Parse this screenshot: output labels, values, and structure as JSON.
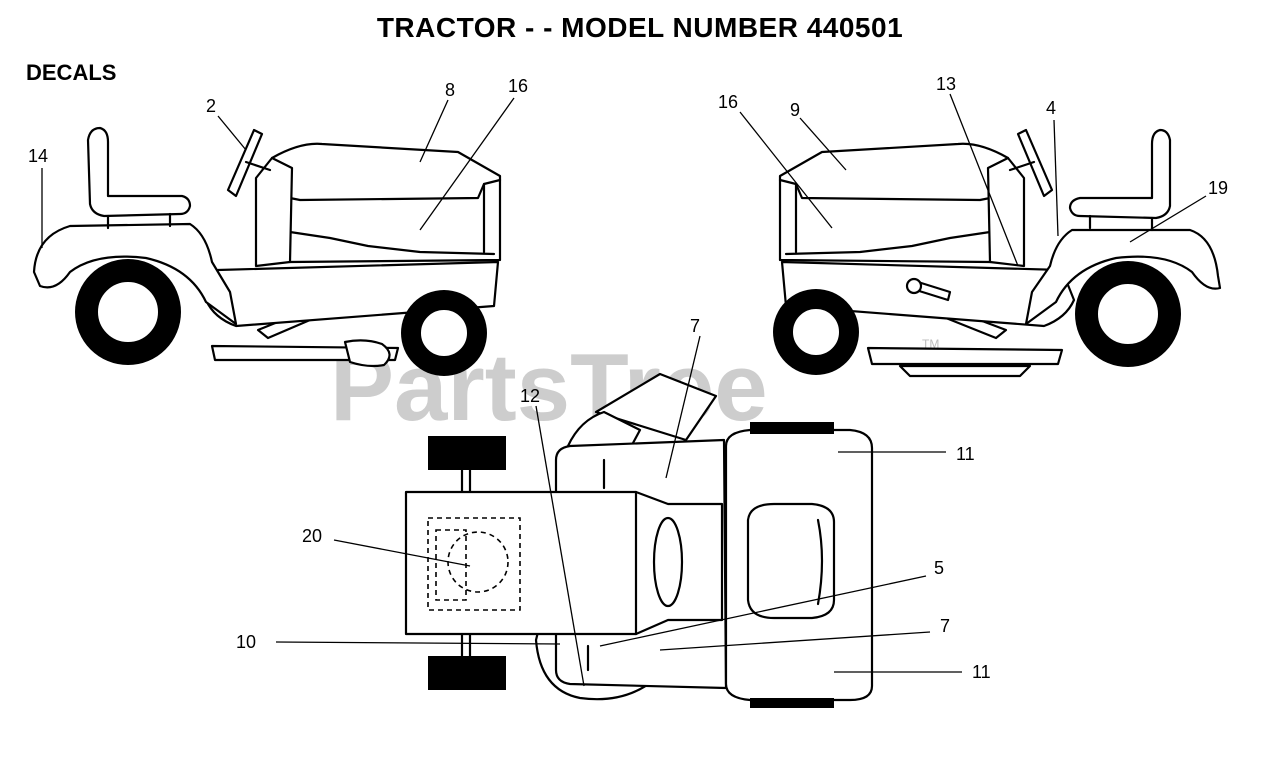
{
  "title": "TRACTOR - - MODEL NUMBER 440501",
  "section": "DECALS",
  "watermark": {
    "text": "PartsTree",
    "tm": "TM"
  },
  "callouts": {
    "left": [
      "14",
      "2",
      "8",
      "16"
    ],
    "right": [
      "16",
      "9",
      "13",
      "4",
      "19"
    ],
    "top": [
      "7",
      "12",
      "11",
      "20",
      "5",
      "10",
      "7",
      "11"
    ]
  }
}
